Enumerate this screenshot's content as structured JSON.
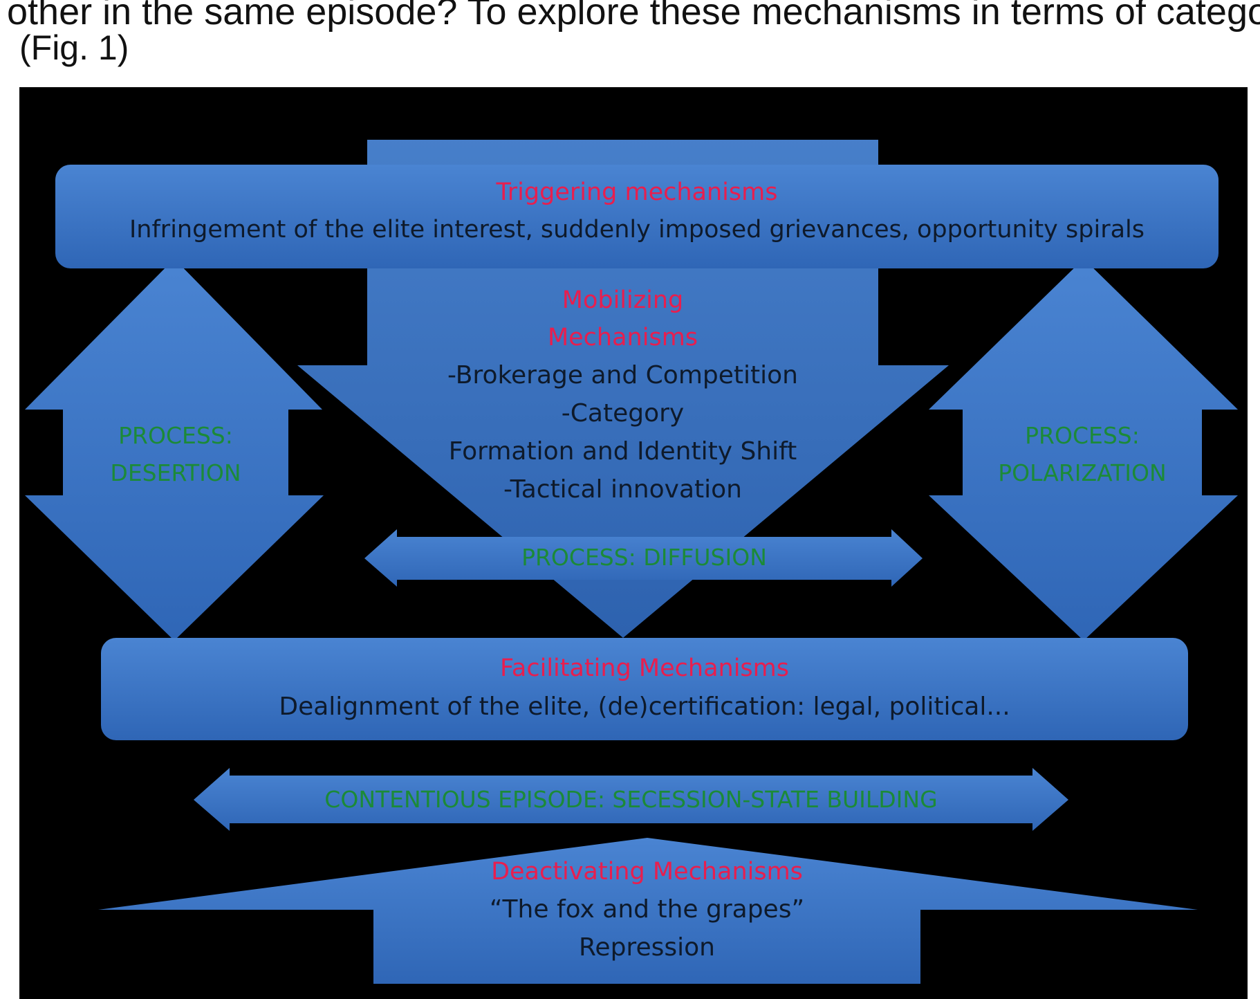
{
  "page": {
    "overflow_text": "other in the same episode? To explore these mechanisms in terms of categories",
    "caption": "(Fig. 1)"
  },
  "diagram": {
    "colors": {
      "background": "#000000",
      "shape_fill": "#3b74c4",
      "heading": "#e81e4e",
      "process": "#1c8a38",
      "body": "#0e1a2b"
    },
    "triggering": {
      "title": "Triggering mechanisms",
      "text": "Infringement of the elite interest, suddenly imposed grievances, opportunity spirals"
    },
    "mobilizing": {
      "title_line1": "Mobilizing",
      "title_line2": "Mechanisms",
      "lines": [
        "-Brokerage and Competition",
        "-Category",
        "Formation and Identity Shift",
        "-Tactical innovation"
      ]
    },
    "process_desertion": {
      "line1": "PROCESS:",
      "line2": "DESERTION"
    },
    "process_polarization": {
      "line1": "PROCESS:",
      "line2": "POLARIZATION"
    },
    "process_diffusion": {
      "text": "PROCESS: DIFFUSION"
    },
    "facilitating": {
      "title": "Facilitating Mechanisms",
      "text": "Dealignment of the elite, (de)certification: legal, political..."
    },
    "contentious": {
      "text": "CONTENTIOUS EPISODE: SECESSION-STATE BUILDING"
    },
    "deactivating": {
      "title": "Deactivating Mechanisms",
      "line1": "“The fox and the grapes”",
      "line2": "Repression"
    }
  }
}
